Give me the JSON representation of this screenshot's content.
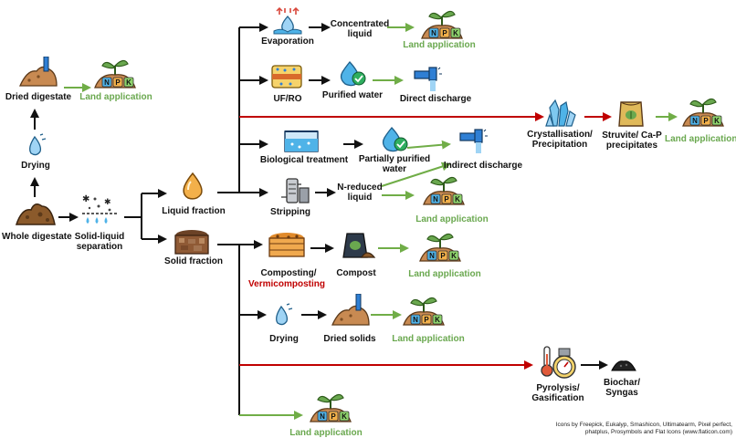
{
  "nodes": {
    "whole_digestate": "Whole digestate",
    "solid_liquid": "Solid-liquid separation",
    "drying_1": "Drying",
    "dried_digestate": "Dried digestate",
    "land_app_1": "Land application",
    "liquid_fraction": "Liquid fraction",
    "solid_fraction": "Solid fraction",
    "evaporation": "Evaporation",
    "concentrated_liquid": "Concentrated liquid",
    "land_app_2": "Land application",
    "uf_ro": "UF/RO",
    "purified_water": "Purified water",
    "direct_discharge": "Direct discharge",
    "crystallisation": "Crystallisation/ Precipitation",
    "struvite": "Struvite/ Ca-P precipitates",
    "land_app_3": "Land application",
    "biological_treatment": "Biological treatment",
    "partially_purified_water": "Partially purified water",
    "indirect_discharge": "Indirect discharge",
    "stripping": "Stripping",
    "n_reduced_liquid": "N-reduced liquid",
    "land_app_4": "Land application",
    "composting": "Composting/",
    "vermicomposting": "Vermicomposting",
    "compost": "Compost",
    "land_app_5": "Land application",
    "drying_2": "Drying",
    "dried_solids": "Dried solids",
    "land_app_6": "Land application",
    "pyrolysis": "Pyrolysis/ Gasification",
    "biochar": "Biochar/ Syngas",
    "land_app_7": "Land application"
  },
  "npk_letters": [
    "N",
    "P",
    "K"
  ],
  "credit": "Icons by Freepick, Eukalyp, Smashicon, Ultimatearm, Pixel perfect, phatplus, Prosymbols and Flat Icons (www.flaticon.com)",
  "colors": {
    "black_arrow": "#111111",
    "green_arrow": "#70ad47",
    "red_arrow": "#c00000",
    "green_text": "#6aa84f",
    "red_text": "#c00000"
  },
  "icons": [
    "soil-pile-icon",
    "separation-icon",
    "drying-icon",
    "dried-pile-icon",
    "npk-plant-icon",
    "liquid-drop-icon",
    "solid-crate-icon",
    "evaporation-icon",
    "membrane-icon",
    "water-check-icon",
    "faucet-icon",
    "crystal-icon",
    "fertilizer-bag-icon",
    "tank-icon",
    "stripping-tower-icon",
    "compost-bin-icon",
    "compost-bag-icon",
    "thermometer-gauge-icon",
    "biochar-icon"
  ]
}
